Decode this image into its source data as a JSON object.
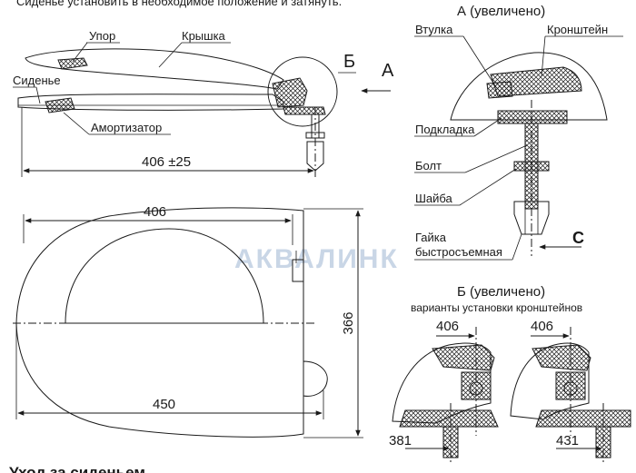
{
  "caption_top": "Сиденье установить в необходимое положение и затянуть.",
  "caption_bottom": "Уход за сиденьем",
  "watermark": "АКВАЛИНК",
  "side_view": {
    "labels": {
      "stop": "Упор",
      "lid": "Крышка",
      "seat": "Сиденье",
      "damper": "Амортизатор",
      "mark_b": "Б",
      "mark_a": "А"
    },
    "dim_length": "406 ±25"
  },
  "top_view": {
    "dim_inner": "406",
    "dim_outer": "450",
    "dim_width": "366"
  },
  "detail_a": {
    "title": "А (увеличено)",
    "labels": {
      "bushing": "Втулка",
      "bracket": "Кронштейн",
      "pad": "Подкладка",
      "bolt": "Болт",
      "washer": "Шайба",
      "nut_line1": "Гайка",
      "nut_line2": "быстросъемная",
      "mark_c": "С"
    }
  },
  "detail_b": {
    "title": "Б (увеличено)",
    "subtitle": "варианты установки кронштейнов",
    "left_top": "406",
    "left_bottom": "381",
    "right_top": "406",
    "right_bottom": "431"
  },
  "colors": {
    "ink": "#1a1a1a",
    "watermark": "#c9d6e6"
  }
}
